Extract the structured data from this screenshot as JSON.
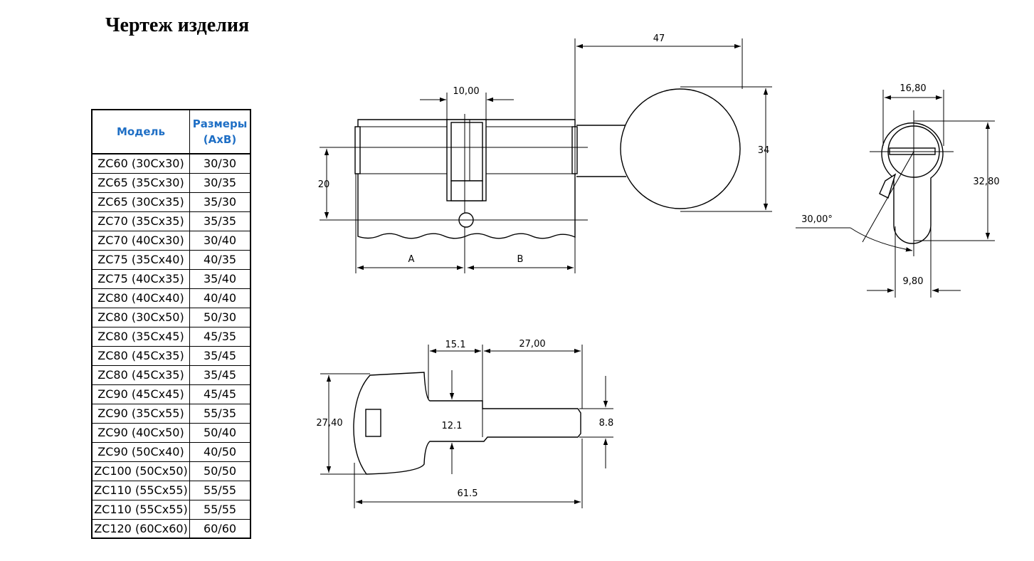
{
  "title": "Чертеж изделия",
  "table": {
    "headers": {
      "model": "Модель",
      "size_line1": "Размеры",
      "size_line2": "(AxB)"
    },
    "rows": [
      {
        "model": "ZC60 (30Cx30)",
        "size": "30/30"
      },
      {
        "model": "ZC65 (35Cx30)",
        "size": "30/35"
      },
      {
        "model": "ZC65 (30Cx35)",
        "size": "35/30"
      },
      {
        "model": "ZC70 (35Cx35)",
        "size": "35/35"
      },
      {
        "model": "ZC70 (40Cx30)",
        "size": "30/40"
      },
      {
        "model": "ZC75 (35Cx40)",
        "size": "40/35"
      },
      {
        "model": "ZC75 (40Cx35)",
        "size": "35/40"
      },
      {
        "model": "ZC80 (40Cx40)",
        "size": "40/40"
      },
      {
        "model": "ZC80 (30Cx50)",
        "size": "50/30"
      },
      {
        "model": "ZC80 (35Cx45)",
        "size": "45/35"
      },
      {
        "model": "ZC80 (45Cx35)",
        "size": "35/45"
      },
      {
        "model": "ZC80 (45Cx35)",
        "size": "35/45"
      },
      {
        "model": "ZC90 (45Cx45)",
        "size": "45/45"
      },
      {
        "model": "ZC90 (35Cx55)",
        "size": "55/35"
      },
      {
        "model": "ZC90 (40Cx50)",
        "size": "50/40"
      },
      {
        "model": "ZC90 (50Cx40)",
        "size": "40/50"
      },
      {
        "model": "ZC100 (50Cx50)",
        "size": "50/50"
      },
      {
        "model": "ZC110 (55Cx55)",
        "size": "55/55"
      },
      {
        "model": "ZC110 (55Cx55)",
        "size": "55/55"
      },
      {
        "model": "ZC120 (60Cx60)",
        "size": "60/60"
      }
    ]
  },
  "dimensions": {
    "side_view": {
      "overall": "47",
      "cam": "10,00",
      "height": "20",
      "knob": "34",
      "part_a": "A",
      "part_b": "B"
    },
    "end_view": {
      "width": "16,80",
      "height": "32,80",
      "bottom": "9,80",
      "angle": "30,00°"
    },
    "key": {
      "shoulder": "15.1",
      "blade": "27,00",
      "head": "27,40",
      "neck": "12.1",
      "blade_height": "8.8",
      "overall": "61.5"
    }
  },
  "colors": {
    "header_text": "#1f6fc5",
    "line": "#000000"
  }
}
